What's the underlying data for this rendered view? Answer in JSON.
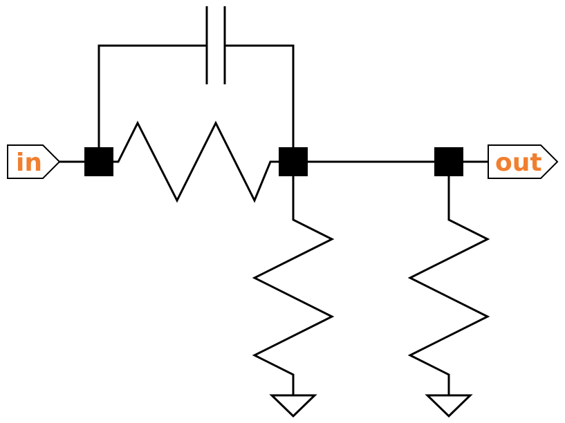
{
  "ports": {
    "input": {
      "label": "in"
    },
    "output": {
      "label": "out"
    }
  },
  "colors": {
    "label": "#f07f2f",
    "wire": "#000000",
    "node": "#000000"
  },
  "components": [
    {
      "kind": "resistor",
      "name": "series-resistor"
    },
    {
      "kind": "capacitor",
      "name": "bypass-capacitor"
    },
    {
      "kind": "resistor",
      "name": "shunt-resistor-1"
    },
    {
      "kind": "resistor",
      "name": "shunt-resistor-2"
    },
    {
      "kind": "ground",
      "name": "ground-1"
    },
    {
      "kind": "ground",
      "name": "ground-2"
    }
  ]
}
